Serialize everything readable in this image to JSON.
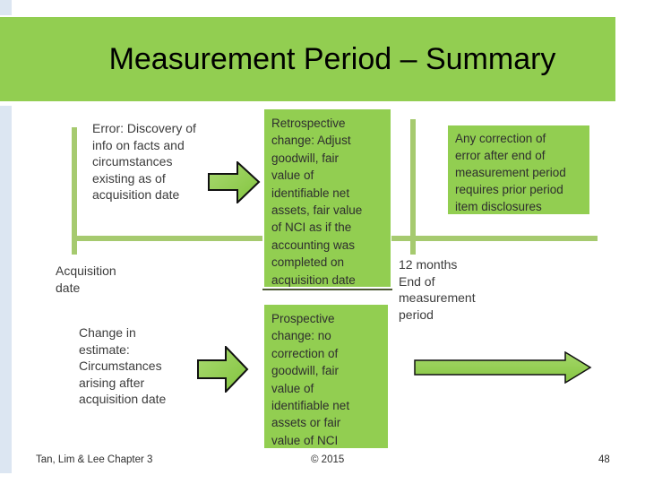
{
  "slide": {
    "title": "Measurement Period – Summary",
    "left_column": {
      "error_note": "Error: Discovery of\ninfo on facts and\ncircumstances\nexisting as of\nacquisition date",
      "acquisition_date": "Acquisition\ndate",
      "change_estimate": "Change in\nestimate:\nCircumstances\narising  after\nacquisition date"
    },
    "middle_column": {
      "retrospective": "Retrospective\nchange: Adjust\ngoodwill, fair\nvalue of\nidentifiable net\nassets, fair value\nof NCI as if the\naccounting was\ncompleted on\nacquisition date",
      "prospective": "Prospective\nchange: no\ncorrection of\ngoodwill, fair\nvalue of\nidentifiable net\nassets or fair\nvalue of NCI"
    },
    "right_column": {
      "any_correction": "Any correction of\nerror after end of\nmeasurement period\nrequires prior period\nitem disclosures",
      "twelve_months": "12 months\nEnd of\nmeasurement\nperiod"
    },
    "footer": {
      "credit": "Tan, Lim & Lee Chapter 3",
      "copyright": "© 2015",
      "page_number": "48"
    },
    "icons": {
      "arrow_top": "right-block-arrow",
      "arrow_bottom": "right-block-arrow",
      "arrow_long": "right-block-arrow"
    },
    "colors": {
      "accent_green": "#92ce51",
      "line_green": "#a6ca6f",
      "underline_dark": "#4d5a35",
      "side_strip_blue": "#dce6f2",
      "title_text": "#000000",
      "body_text": "#3c3c3c"
    }
  }
}
